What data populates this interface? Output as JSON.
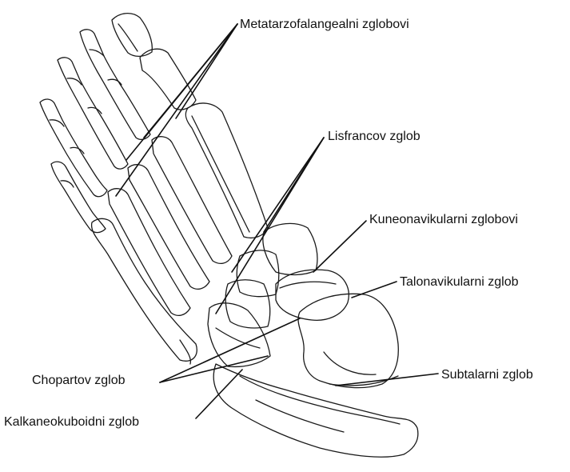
{
  "labels": {
    "metatarsophalangeal": "Metatarzofalangealni zglobovi",
    "lisfranc": "Lisfrancov zglob",
    "cuneonavicular": "Kuneonavikularni zglobovi",
    "talonavicular": "Talonavikularni zglob",
    "chopart": "Chopartov zglob",
    "subtalar": "Subtalarni zglob",
    "calcaneocuboid": "Kalkaneokuboidni zglob"
  },
  "colors": {
    "ink": "#111111",
    "background": "#ffffff"
  }
}
